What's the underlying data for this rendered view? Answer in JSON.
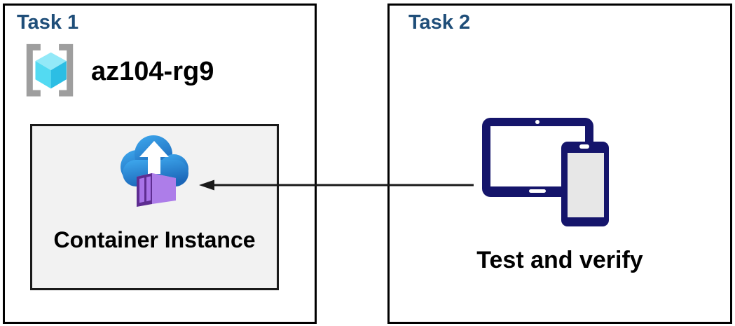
{
  "task1": {
    "title": "Task 1",
    "resource_group_name": "az104-rg9",
    "container_label": "Container Instance"
  },
  "task2": {
    "title": "Task 2",
    "caption": "Test and verify"
  },
  "icons": {
    "resource_group": "brackets-cube-icon",
    "container_instances": "cloud-upload-container-icon",
    "devices": "tablet-and-phone-icon",
    "arrow": "left-arrow"
  },
  "colors": {
    "task_title": "#1F4E79",
    "box_border": "#000000",
    "inner_box_bg": "#F2F2F2",
    "inner_box_border": "#1A1A1A",
    "arrow": "#1A1A1A",
    "device_navy": "#15156B",
    "bracket_gray": "#9E9E9E",
    "cube_top": "#93E9F8",
    "cube_left": "#53DAF2",
    "cube_right": "#2CBEE4",
    "cloud_top": "#3FAAEF",
    "cloud_bottom": "#1B66B8",
    "container_front": "#AD7DE9",
    "container_side": "#5E2D91",
    "container_top": "#C49EF2",
    "container_panel": "#A873E8",
    "device_screen": "#E7E7E7"
  }
}
